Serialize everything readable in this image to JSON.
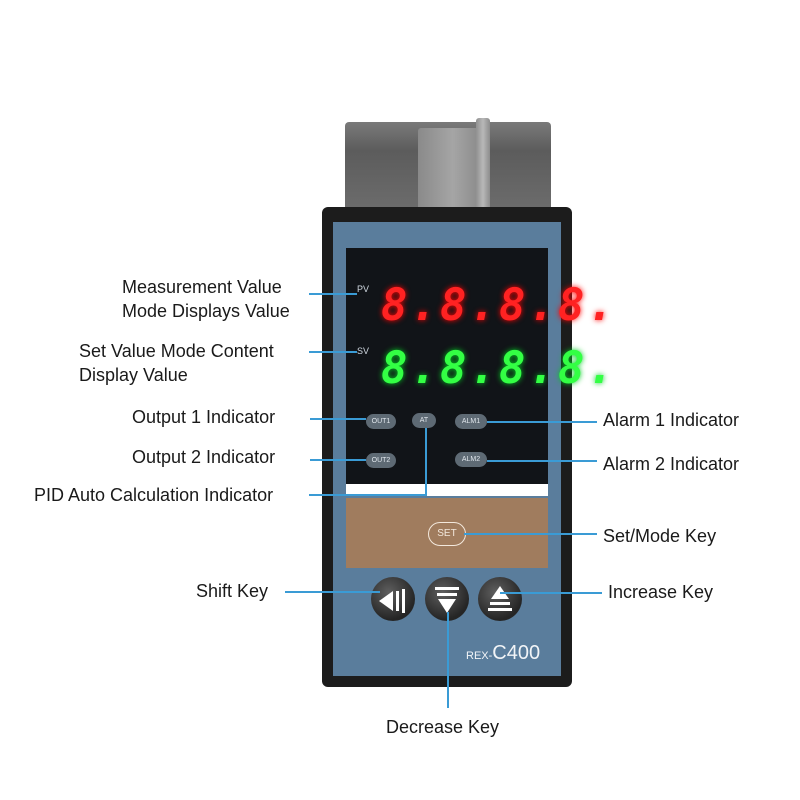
{
  "device": {
    "pv_tag": "PV",
    "sv_tag": "SV",
    "pv_display": "8.8.8.8.",
    "sv_display": "8.8.8.8.",
    "indicators": {
      "out1": "OUT1",
      "at": "AT",
      "alm1": "ALM1",
      "out2": "OUT2",
      "alm2": "ALM2"
    },
    "set_key": "SET",
    "model_prefix": "REX-",
    "model_name": "C400"
  },
  "callouts": {
    "pv_line1": "Measurement Value",
    "pv_line2": "Mode Displays Value",
    "sv_line1": "Set Value Mode Content",
    "sv_line2": "Display Value",
    "out1": "Output 1 Indicator",
    "out2": "Output 2 Indicator",
    "pid": "PID Auto Calculation Indicator",
    "alm1": "Alarm 1 Indicator",
    "alm2": "Alarm 2 Indicator",
    "set": "Set/Mode Key",
    "shift": "Shift Key",
    "increase": "Increase Key",
    "decrease": "Decrease Key"
  },
  "colors": {
    "callout_line": "#3a9bd5",
    "faceplate": "#5a7d9c",
    "pv_led": "#ff2222",
    "sv_led": "#33ff44",
    "key_panel": "#a07c5e"
  },
  "icons": {
    "shift_key": "shift-left-triangle-icon",
    "decrease_key": "down-triangle-icon",
    "increase_key": "up-triangle-icon"
  }
}
